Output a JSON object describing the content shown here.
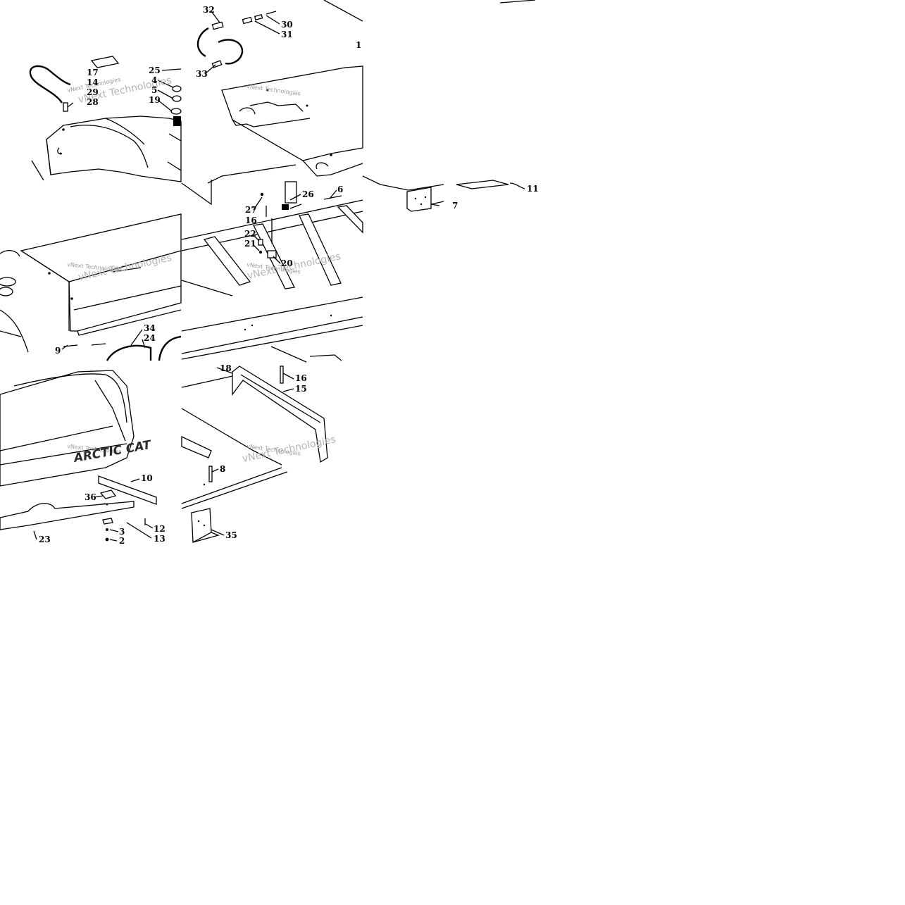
{
  "diagram": {
    "panels": [
      "top-left",
      "top-middle",
      "top-right",
      "middle-left",
      "middle-middle",
      "bottom-left",
      "bottom-middle"
    ],
    "watermark": "vNext Technologies",
    "brand_logo": "ARCTIC CAT",
    "callouts": [
      {
        "id": "c32",
        "label": "32"
      },
      {
        "id": "c30",
        "label": "30"
      },
      {
        "id": "c31",
        "label": "31"
      },
      {
        "id": "c33",
        "label": "33"
      },
      {
        "id": "c1",
        "label": "1"
      },
      {
        "id": "c17",
        "label": "17"
      },
      {
        "id": "c14",
        "label": "14"
      },
      {
        "id": "c29",
        "label": "29"
      },
      {
        "id": "c28",
        "label": "28"
      },
      {
        "id": "c25",
        "label": "25"
      },
      {
        "id": "c4",
        "label": "4"
      },
      {
        "id": "c5",
        "label": "5"
      },
      {
        "id": "c19",
        "label": "19"
      },
      {
        "id": "c26",
        "label": "26"
      },
      {
        "id": "c6",
        "label": "6"
      },
      {
        "id": "c27",
        "label": "27"
      },
      {
        "id": "c16a",
        "label": "16"
      },
      {
        "id": "c7",
        "label": "7"
      },
      {
        "id": "c11",
        "label": "11"
      },
      {
        "id": "c22",
        "label": "22"
      },
      {
        "id": "c21",
        "label": "21"
      },
      {
        "id": "c20",
        "label": "20"
      },
      {
        "id": "c9",
        "label": "9"
      },
      {
        "id": "c34",
        "label": "34"
      },
      {
        "id": "c24",
        "label": "24"
      },
      {
        "id": "c18",
        "label": "18"
      },
      {
        "id": "c16b",
        "label": "16"
      },
      {
        "id": "c15",
        "label": "15"
      },
      {
        "id": "c10",
        "label": "10"
      },
      {
        "id": "c36",
        "label": "36"
      },
      {
        "id": "c12",
        "label": "12"
      },
      {
        "id": "c13",
        "label": "13"
      },
      {
        "id": "c3",
        "label": "3"
      },
      {
        "id": "c2",
        "label": "2"
      },
      {
        "id": "c23",
        "label": "23"
      },
      {
        "id": "c8",
        "label": "8"
      },
      {
        "id": "c35",
        "label": "35"
      }
    ]
  }
}
